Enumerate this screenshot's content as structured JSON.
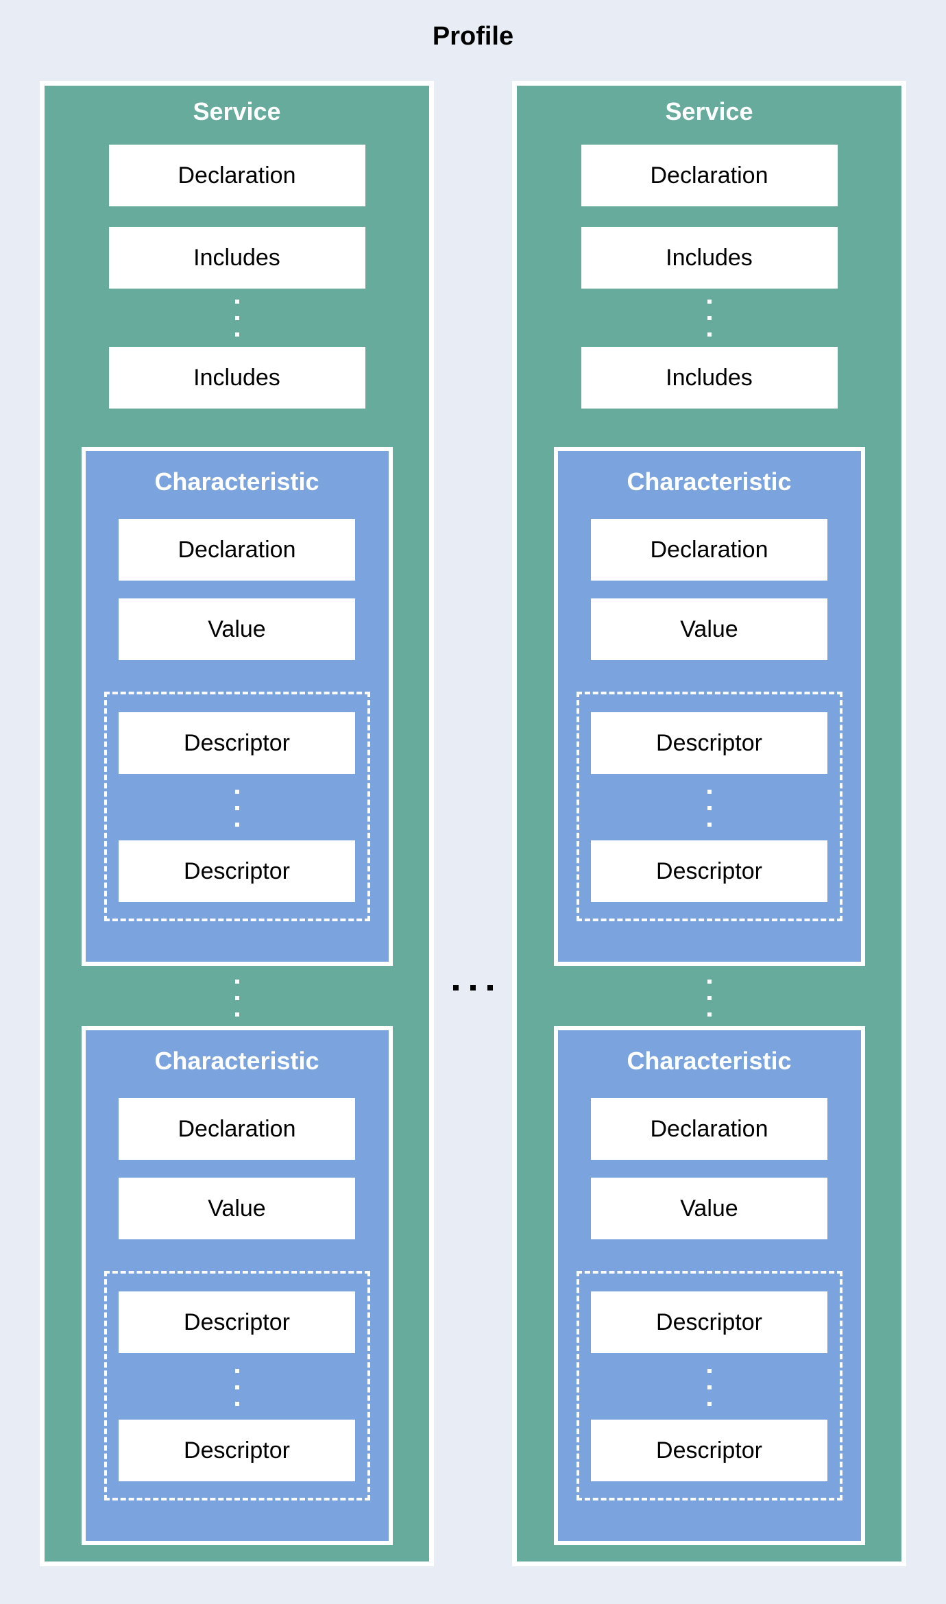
{
  "page_title": "Profile",
  "colors": {
    "background": "#e8edf5",
    "service_fill": "#66ab9b",
    "characteristic_fill": "#7ba3dd",
    "inner_box_fill": "#ffffff",
    "label_text": "#000000",
    "heading_text": "#ffffff",
    "between_services_ellipsis": "#000000",
    "inline_ellipsis_dots": "#ffffff"
  },
  "icons": {
    "vertical_ellipsis": "⋮",
    "horizontal_ellipsis": "…"
  },
  "services": [
    {
      "title": "Service",
      "declaration_label": "Declaration",
      "includes_labels": [
        "Includes",
        "Includes"
      ],
      "characteristics": [
        {
          "title": "Characteristic",
          "declaration_label": "Declaration",
          "value_label": "Value",
          "descriptor_labels": [
            "Descriptor",
            "Descriptor"
          ]
        },
        {
          "title": "Characteristic",
          "declaration_label": "Declaration",
          "value_label": "Value",
          "descriptor_labels": [
            "Descriptor",
            "Descriptor"
          ]
        }
      ]
    },
    {
      "title": "Service",
      "declaration_label": "Declaration",
      "includes_labels": [
        "Includes",
        "Includes"
      ],
      "characteristics": [
        {
          "title": "Characteristic",
          "declaration_label": "Declaration",
          "value_label": "Value",
          "descriptor_labels": [
            "Descriptor",
            "Descriptor"
          ]
        },
        {
          "title": "Characteristic",
          "declaration_label": "Declaration",
          "value_label": "Value",
          "descriptor_labels": [
            "Descriptor",
            "Descriptor"
          ]
        }
      ]
    }
  ]
}
